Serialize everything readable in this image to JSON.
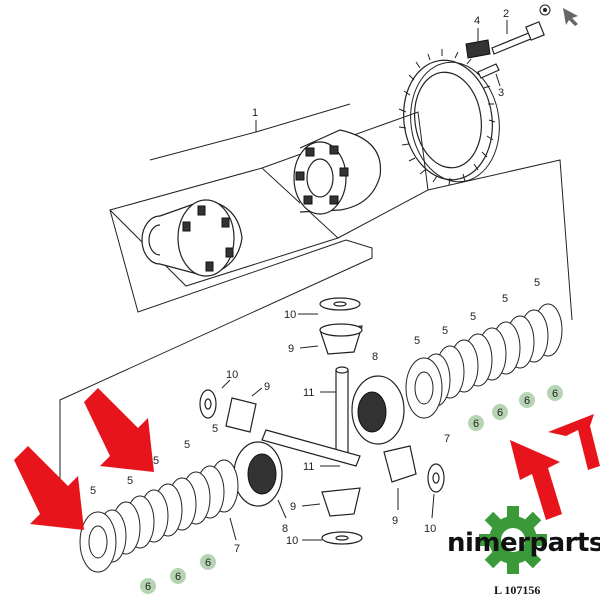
{
  "callouts": {
    "c1": "1",
    "c2": "2",
    "c3": "3",
    "c4": "4",
    "c5a": "5",
    "c5b": "5",
    "c5c": "5",
    "c5d": "5",
    "c5e": "5",
    "c5f": "5",
    "c5g": "5",
    "c5h": "5",
    "c5i": "5",
    "c5j": "5",
    "c6a": "6",
    "c6b": "6",
    "c6c": "6",
    "c6d": "6",
    "c6e": "6",
    "c6f": "6",
    "c6g": "6",
    "c7a": "7",
    "c7b": "7",
    "c8a": "8",
    "c8b": "8",
    "c9a": "9",
    "c9b": "9",
    "c9c": "9",
    "c9d": "9",
    "c10a": "10",
    "c10b": "10",
    "c10c": "10",
    "c10d": "10",
    "c11a": "11",
    "c11b": "11"
  },
  "reference_code": "L 107156",
  "watermark": {
    "brand": "nimerparts",
    "gear_color": "#3a9a3a"
  },
  "highlight": {
    "arrow_color": "#e8141b",
    "dot_color": "#a9cda6"
  },
  "icons": [
    "arrow-icon",
    "gear-icon"
  ]
}
